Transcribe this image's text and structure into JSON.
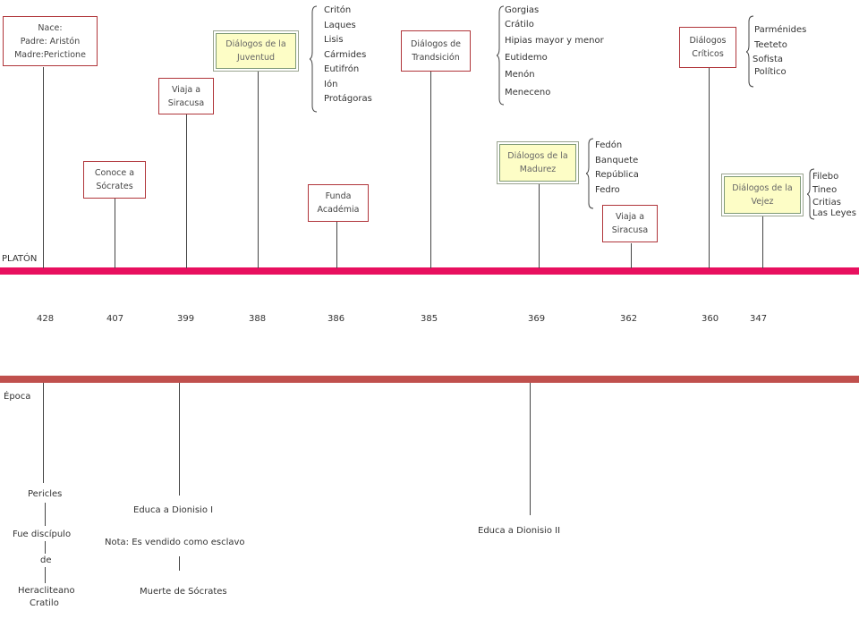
{
  "timeline": {
    "label_top": "PLATÓN",
    "label_bottom": "Época",
    "years": [
      "428",
      "407",
      "399",
      "388",
      "386",
      "385",
      "369",
      "362",
      "360",
      "347"
    ]
  },
  "boxes": {
    "nace": {
      "line1": "Nace:",
      "line2": "Padre: Aristón",
      "line3": "Madre:Perictione"
    },
    "conoce": {
      "line1": "Conoce a",
      "line2": "Sócrates"
    },
    "viaja1": {
      "line1": "Viaja a",
      "line2": "Siracusa"
    },
    "juventud": {
      "line1": "Diálogos de la",
      "line2": "Juventud"
    },
    "funda": {
      "line1": "Funda",
      "line2": "Académia"
    },
    "transicion": {
      "line1": "Diálogos de",
      "line2": "Trandsición"
    },
    "madurez": {
      "line1": "Diálogos de la",
      "line2": "Madurez"
    },
    "viaja2": {
      "line1": "Viaja a",
      "line2": "Siracusa"
    },
    "criticos": {
      "line1": "Diálogos",
      "line2": "Críticos"
    },
    "vejez": {
      "line1": "Diálogos de la",
      "line2": "Vejez"
    }
  },
  "lists": {
    "juventud": [
      "Critón",
      "Laques",
      "Lisis",
      "Cármides",
      "Eutifrón",
      "Ión",
      "Protágoras"
    ],
    "transicion": [
      "Gorgias",
      "Crátilo",
      "Hipias mayor y menor",
      "Eutidemo",
      "Menón",
      "Meneceno"
    ],
    "madurez": [
      "Fedón",
      "Banquete",
      "República",
      "Fedro"
    ],
    "criticos": [
      "Parménides",
      "Teeteto",
      "Sofista",
      "Político"
    ],
    "vejez": [
      "Filebo",
      "Tineo",
      "Critias",
      "Las Leyes"
    ]
  },
  "epoca": {
    "pericles": "Pericles",
    "discipulo": "Fue discípulo",
    "de": "de",
    "heracliteano": "Heracliteano",
    "cratilo": "Cratilo",
    "dionisio1": "Educa a Dionisio I",
    "nota": "Nota: Es vendido como esclavo",
    "muerte": "Muerte de Sócrates",
    "dionisio2": "Educa a Dionisio II"
  },
  "colors": {
    "axis_top": "#e8105f",
    "axis_bottom": "#c0504d",
    "box_border": "#b0353a",
    "highlight_fill": "#fdfdc6"
  }
}
